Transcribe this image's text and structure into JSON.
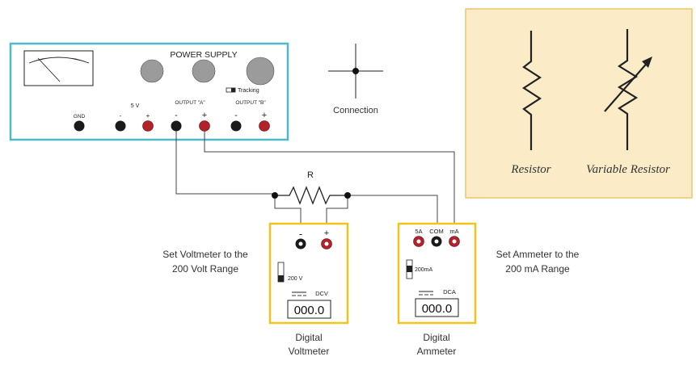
{
  "power_supply": {
    "title": "POWER SUPPLY",
    "gnd_label": "GND",
    "five_v_label": "5 V",
    "output_a_label": "OUTPUT \"A\"",
    "output_b_label": "OUTPUT \"B\"",
    "tracking_label": "Tracking",
    "minus": "-",
    "plus": "+"
  },
  "connection_label": "Connection",
  "resistor_label": "R",
  "voltmeter": {
    "minus": "-",
    "plus": "+",
    "range_label": "200 V",
    "mode_label": "DCV",
    "display": "000.0",
    "name_line1": "Digital",
    "name_line2": "Voltmeter",
    "instruction_line1": "Set Voltmeter to the",
    "instruction_line2": "200 Volt Range"
  },
  "ammeter": {
    "port_5a": "5A",
    "port_com": "COM",
    "port_ma": "mA",
    "range_label": "200mA",
    "mode_label": "DCA",
    "display": "000.0",
    "name_line1": "Digital",
    "name_line2": "Ammeter",
    "instruction_line1": "Set Ammeter to the",
    "instruction_line2": "200 mA Range"
  },
  "legend": {
    "resistor_label": "Resistor",
    "variable_resistor_label": "Variable Resistor"
  },
  "colors": {
    "power_supply_border": "#4fb8c9",
    "meter_border": "#f0c419",
    "legend_bg": "#fbecc7",
    "legend_border": "#e9c66d",
    "terminal_red": "#b3222a",
    "terminal_black": "#1a1a1a",
    "knob_gray": "#9b9b9b"
  }
}
